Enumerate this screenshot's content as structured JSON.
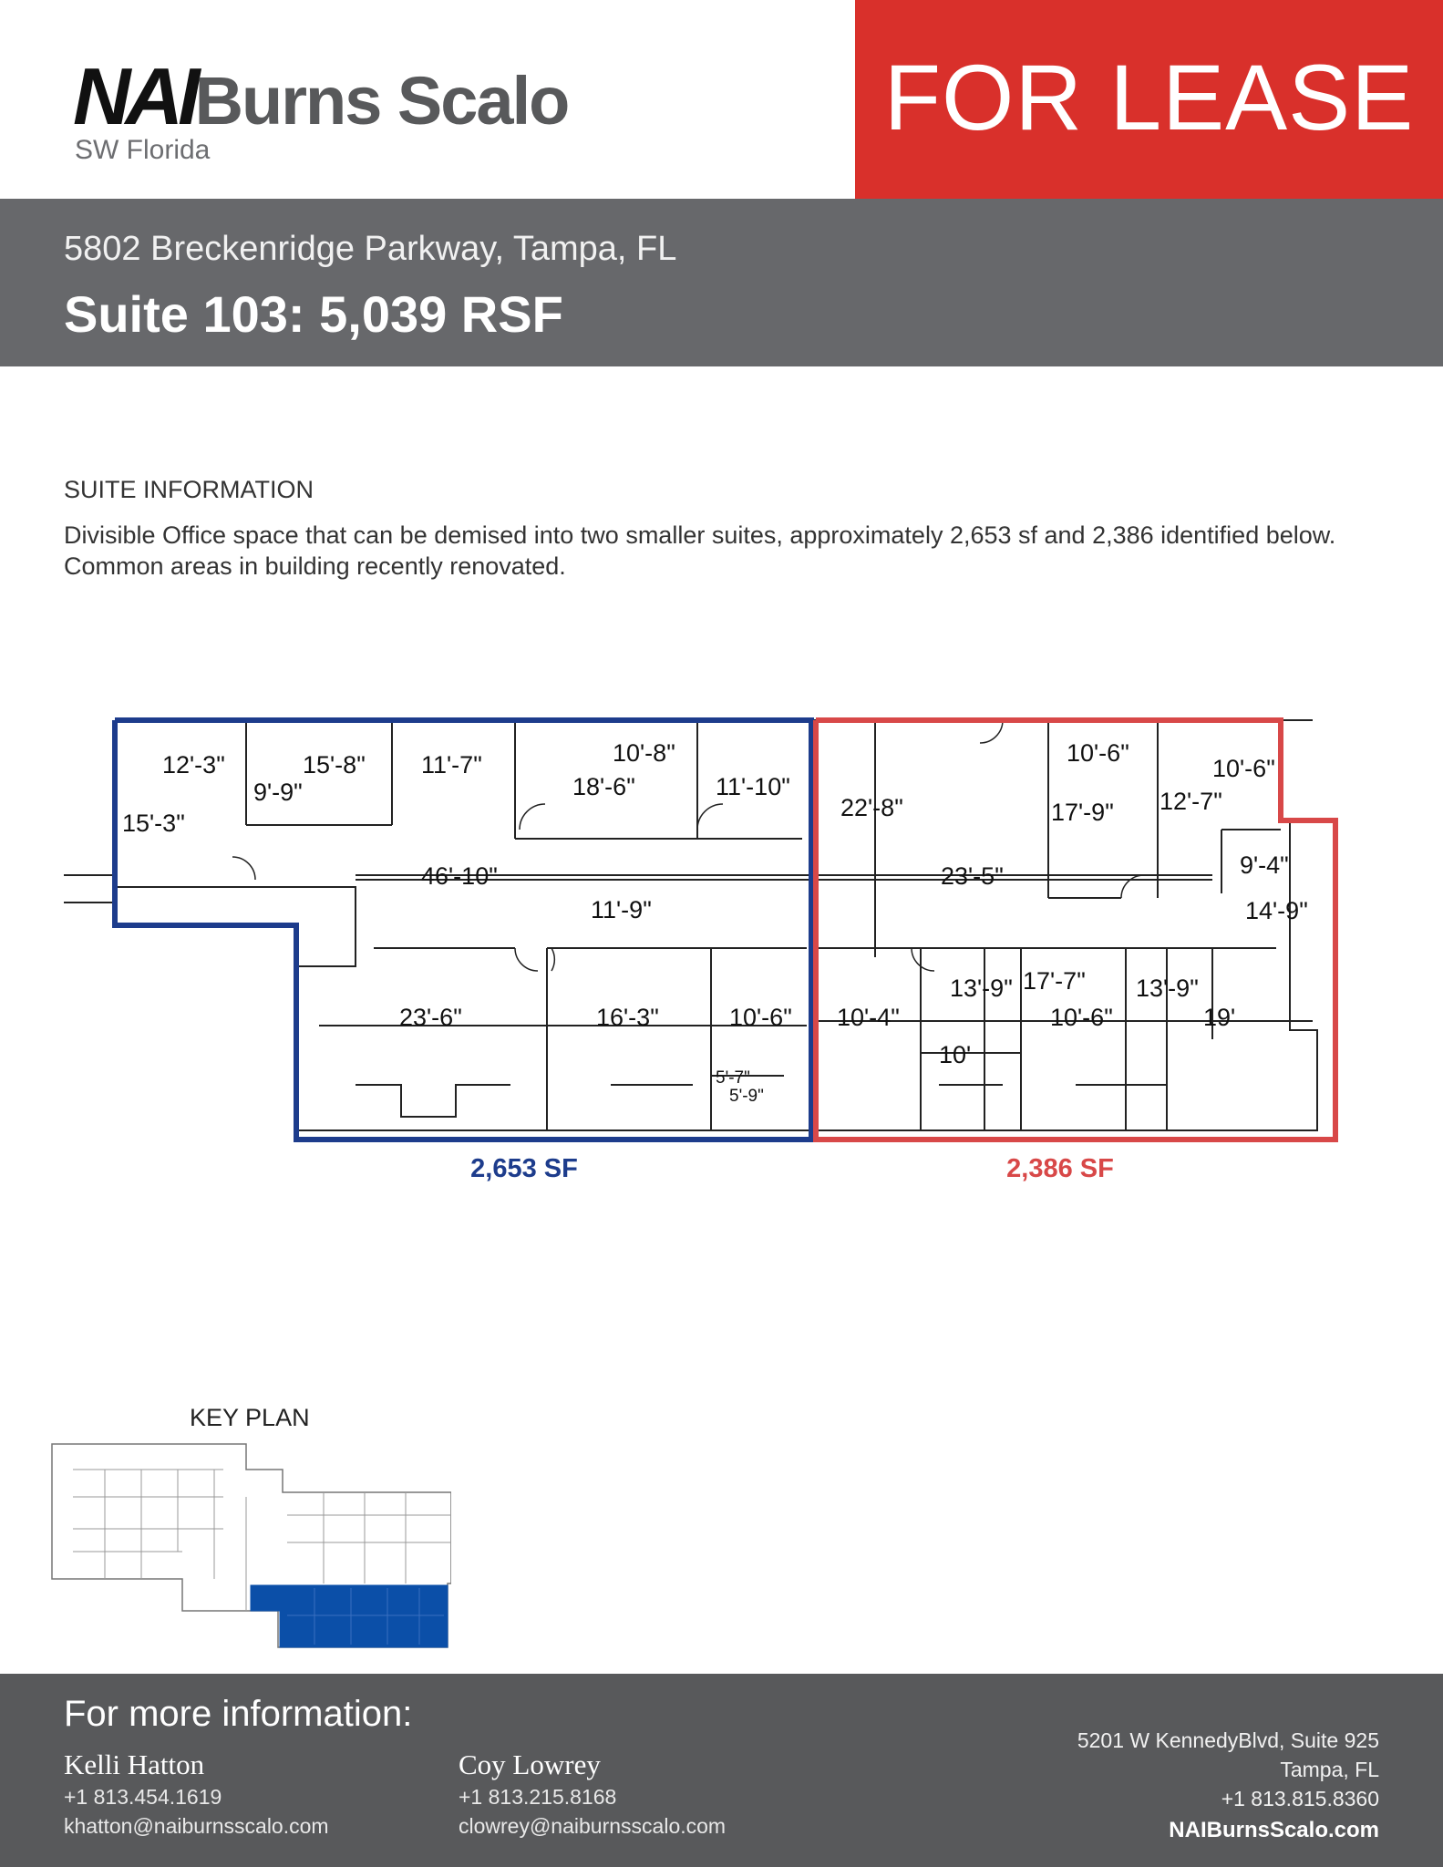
{
  "header": {
    "logo_nai": "NAI",
    "logo_brand": "Burns Scalo",
    "logo_region": "SW Florida",
    "lease_label": "FOR LEASE"
  },
  "title": {
    "address": "5802 Breckenridge Parkway, Tampa, FL",
    "suite": "Suite 103: 5,039 RSF"
  },
  "info": {
    "heading": "SUITE INFORMATION",
    "body": "Divisible Office space that can be demised into two smaller suites, approximately 2,653 sf and 2,386 identified below. Common areas in building recently renovated."
  },
  "plan": {
    "left_area": "2,653 SF",
    "right_area": "2,386 SF",
    "left_color": "#1d3c8c",
    "right_color": "#d84848",
    "dimensions": {
      "d1": "12'-3\"",
      "d2": "15'-8\"",
      "d3": "9'-9\"",
      "d4": "11'-7\"",
      "d5": "10'-8\"",
      "d6": "18'-6\"",
      "d7": "11'-10\"",
      "d8": "15'-3\"",
      "d9": "46'-10\"",
      "d10": "11'-9\"",
      "d11": "23'-6\"",
      "d12": "16'-3\"",
      "d13": "10'-6\"",
      "d14": "5'-7\"",
      "d15": "5'-9\"",
      "d16": "22'-8\"",
      "d17": "10'-6\"",
      "d18": "10'-6\"",
      "d19": "17'-9\"",
      "d20": "12'-7\"",
      "d21": "23'-5\"",
      "d22": "9'-4\"",
      "d23": "14'-9\"",
      "d24": "10'-4\"",
      "d25": "13'-9\"",
      "d26": "17'-7\"",
      "d27": "13'-9\"",
      "d28": "10'-6\"",
      "d29": "19'",
      "d30": "10'"
    }
  },
  "keyplan": {
    "label": "KEY PLAN",
    "highlight_color": "#0b4fa8"
  },
  "footer": {
    "more_info": "For more information:",
    "contacts": [
      {
        "name": "Kelli Hatton",
        "phone": "+1 813.454.1619",
        "email": "khatton@naiburnsscalo.com"
      },
      {
        "name": "Coy Lowrey",
        "phone": "+1 813.215.8168",
        "email": "clowrey@naiburnsscalo.com"
      }
    ],
    "office": {
      "address": "5201 W KennedyBlvd, Suite 925",
      "city": "Tampa, FL",
      "phone": "+1 813.815.8360",
      "website": "NAIBurnsScalo.com"
    }
  }
}
